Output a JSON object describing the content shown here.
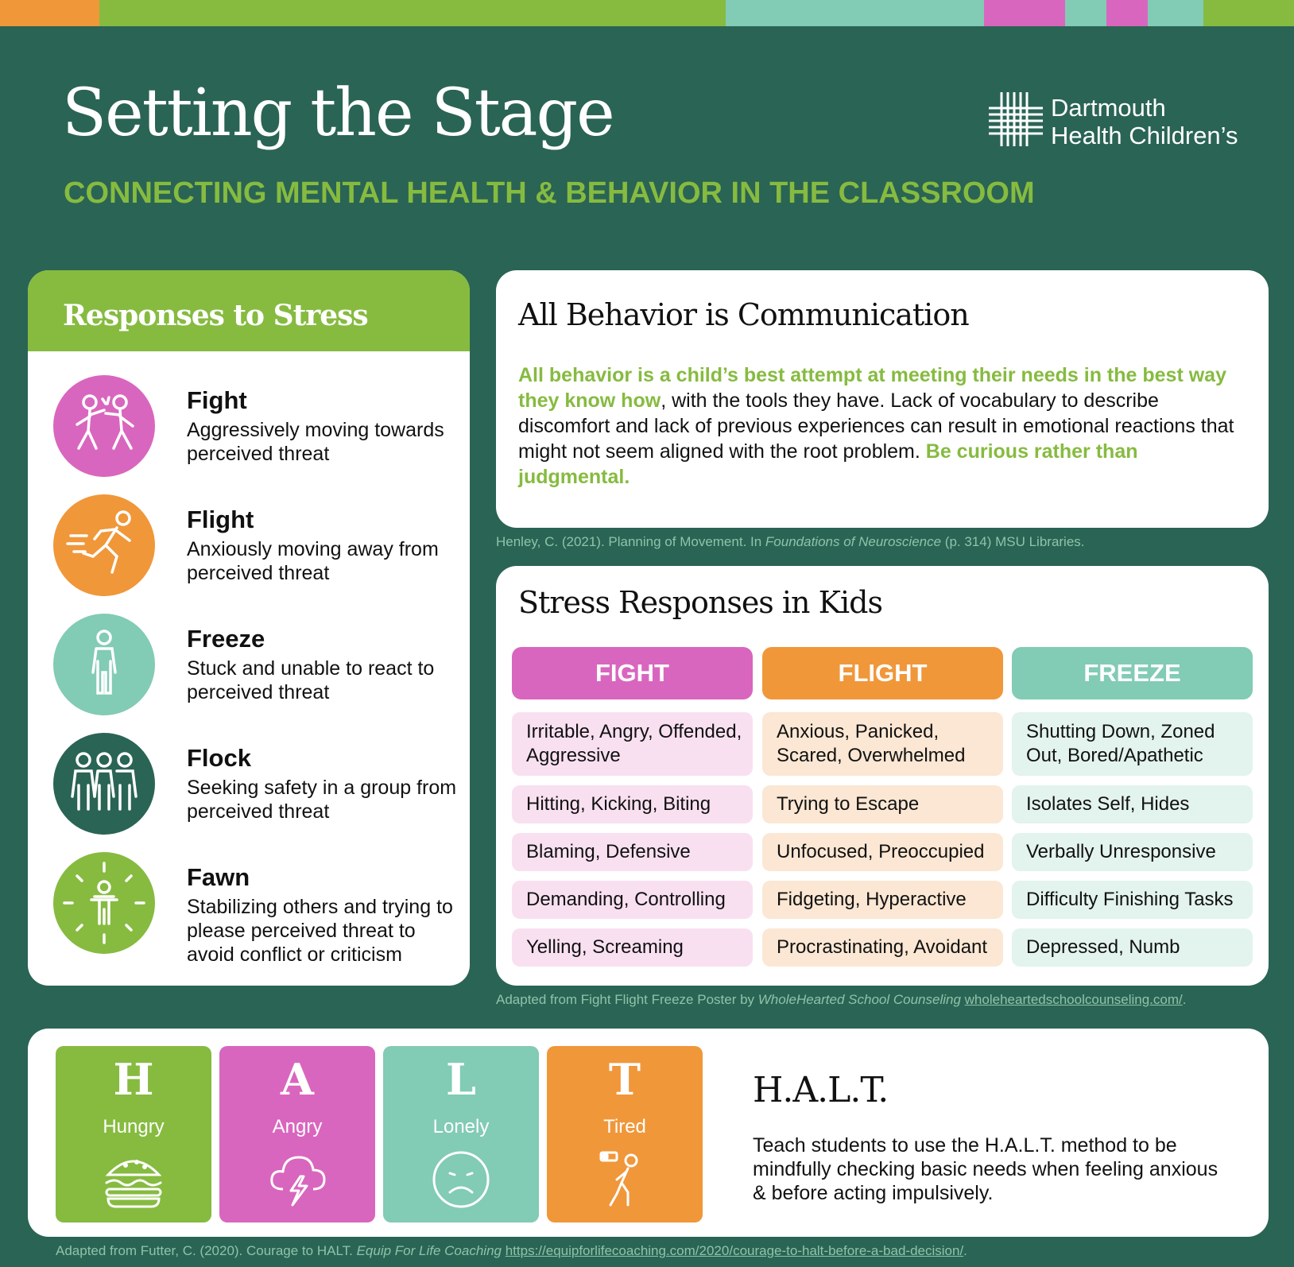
{
  "colors": {
    "background": "#2a6454",
    "green": "#86bb40",
    "pink": "#d966be",
    "orange": "#f0973a",
    "teal": "#82cbb5",
    "dark": "#2a6454"
  },
  "header": {
    "title": "Setting the Stage",
    "subtitle": "CONNECTING MENTAL HEALTH & BEHAVIOR IN THE CLASSROOM",
    "logo_line1": "Dartmouth",
    "logo_line2": "Health Children’s"
  },
  "responses": {
    "heading": "Responses to Stress",
    "items": [
      {
        "name": "Fight",
        "desc": "Aggressively moving towards perceived threat",
        "icon": "fighting-people-icon"
      },
      {
        "name": "Flight",
        "desc": "Anxiously moving away from perceived threat",
        "icon": "running-person-icon"
      },
      {
        "name": "Freeze",
        "desc": "Stuck and unable to react to perceived threat",
        "icon": "standing-person-icon"
      },
      {
        "name": "Flock",
        "desc": "Seeking safety in a group from perceived threat",
        "icon": "group-of-people-icon"
      },
      {
        "name": "Fawn",
        "desc": "Stabilizing others and trying to please perceived threat to avoid conflict or criticism",
        "icon": "person-radiating-icon"
      }
    ]
  },
  "behavior": {
    "heading": "All Behavior is Communication",
    "highlight1": "All behavior is a child’s best attempt at meeting their needs in the best way they know how",
    "body": ", with the tools they have. Lack of vocabulary to describe discomfort and lack of previous experiences can result in emotional reactions that might not seem aligned with the root problem. ",
    "highlight2": "Be curious rather than judgmental.",
    "citation_pre": "Henley, C. (2021). Planning of Movement. In ",
    "citation_italic": "Foundations of Neuroscience",
    "citation_post": " (p. 314) MSU Libraries."
  },
  "stress_kids": {
    "heading": "Stress Responses in Kids",
    "columns": [
      {
        "label": "FIGHT",
        "items": [
          "Irritable, Angry, Offended, Aggressive",
          "Hitting, Kicking, Biting",
          "Blaming, Defensive",
          "Demanding, Controlling",
          "Yelling, Screaming"
        ]
      },
      {
        "label": "FLIGHT",
        "items": [
          "Anxious, Panicked, Scared, Overwhelmed",
          "Trying to Escape",
          "Unfocused, Preoccupied",
          "Fidgeting, Hyperactive",
          "Procrastinating, Avoidant"
        ]
      },
      {
        "label": "FREEZE",
        "items": [
          "Shutting Down, Zoned Out, Bored/Apathetic",
          "Isolates Self, Hides",
          "Verbally Unresponsive",
          "Difficulty Finishing Tasks",
          "Depressed, Numb"
        ]
      }
    ],
    "citation_pre": "Adapted from Fight Flight Freeze Poster by ",
    "citation_italic": "WholeHearted School Counseling",
    "citation_link": "wholeheartedschoolcounseling.com/",
    "citation_post": "."
  },
  "halt": {
    "tiles": [
      {
        "letter": "H",
        "word": "Hungry",
        "icon": "burger-icon"
      },
      {
        "letter": "A",
        "word": "Angry",
        "icon": "storm-cloud-icon"
      },
      {
        "letter": "L",
        "word": "Lonely",
        "icon": "sad-face-icon"
      },
      {
        "letter": "T",
        "word": "Tired",
        "icon": "tired-person-icon"
      }
    ],
    "heading": "H.A.L.T.",
    "body": "Teach students to use the H.A.L.T. method to be mindfully checking basic needs when feeling anxious & before acting impulsively.",
    "citation_pre": "Adapted from Futter, C. (2020). Courage to HALT. ",
    "citation_italic": "Equip For Life Coaching",
    "citation_link": "https://equipforlifecoaching.com/2020/courage-to-halt-before-a-bad-decision/",
    "citation_post": "."
  }
}
